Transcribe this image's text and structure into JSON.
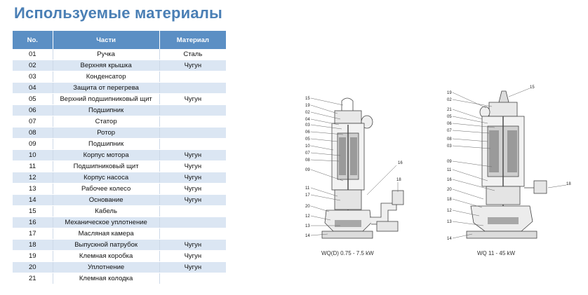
{
  "title": "Используемые материалы",
  "table": {
    "headers": {
      "no": "No.",
      "part": "Части",
      "material": "Материал"
    },
    "rows": [
      {
        "no": "01",
        "part": "Ручка",
        "material": "Сталь"
      },
      {
        "no": "02",
        "part": "Верхняя крышка",
        "material": "Чугун"
      },
      {
        "no": "03",
        "part": "Конденсатор",
        "material": ""
      },
      {
        "no": "04",
        "part": "Защита от перегрева",
        "material": ""
      },
      {
        "no": "05",
        "part": "Верхний подшипниковый щит",
        "material": "Чугун"
      },
      {
        "no": "06",
        "part": "Подшипник",
        "material": ""
      },
      {
        "no": "07",
        "part": "Статор",
        "material": ""
      },
      {
        "no": "08",
        "part": "Ротор",
        "material": ""
      },
      {
        "no": "09",
        "part": "Подшипник",
        "material": ""
      },
      {
        "no": "10",
        "part": "Корпус мотора",
        "material": "Чугун"
      },
      {
        "no": "11",
        "part": "Подшипниковый щит",
        "material": "Чугун"
      },
      {
        "no": "12",
        "part": "Корпус насоса",
        "material": "Чугун"
      },
      {
        "no": "13",
        "part": "Рабочее колесо",
        "material": "Чугун"
      },
      {
        "no": "14",
        "part": "Основание",
        "material": "Чугун"
      },
      {
        "no": "15",
        "part": "Кабель",
        "material": ""
      },
      {
        "no": "16",
        "part": "Механическое уплотнение",
        "material": ""
      },
      {
        "no": "17",
        "part": "Масляная камера",
        "material": ""
      },
      {
        "no": "18",
        "part": "Выпускной патрубок",
        "material": "Чугун"
      },
      {
        "no": "19",
        "part": "Клемная коробка",
        "material": "Чугун"
      },
      {
        "no": "20",
        "part": "Уплотнение",
        "material": "Чугун"
      },
      {
        "no": "21",
        "part": "Клемная колодка",
        "material": ""
      }
    ]
  },
  "diagrams": {
    "left": {
      "caption": "WQ(D) 0.75 - 7.5 kW",
      "labels": [
        "15",
        "19",
        "02",
        "04",
        "03",
        "06",
        "05",
        "10",
        "07",
        "08",
        "09",
        "11",
        "17",
        "20",
        "12",
        "13",
        "14",
        "16",
        "18"
      ]
    },
    "right": {
      "caption": "WQ 11 - 45 kW",
      "labels": [
        "19",
        "02",
        "21",
        "05",
        "06",
        "07",
        "08",
        "03",
        "09",
        "11",
        "16",
        "20",
        "18",
        "12",
        "13",
        "14",
        "15",
        "18"
      ]
    }
  }
}
